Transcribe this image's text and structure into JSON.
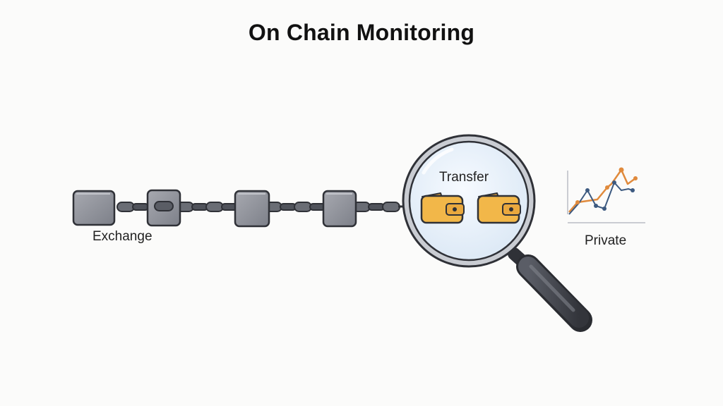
{
  "title": "On Chain Monitoring",
  "labels": {
    "exchange": "Exchange",
    "transfer": "Transfer",
    "private": "Private"
  },
  "icons": [
    "block-icon",
    "chain-link-icon",
    "magnifying-glass-icon",
    "wallet-icon",
    "line-chart-icon"
  ],
  "colors": {
    "block": "#8e9098",
    "chain": "#5d6068",
    "wallet": "#f2b749",
    "lens": "#e8f2fb",
    "chart_orange": "#e08a3c",
    "chart_blue": "#3d5a80"
  }
}
